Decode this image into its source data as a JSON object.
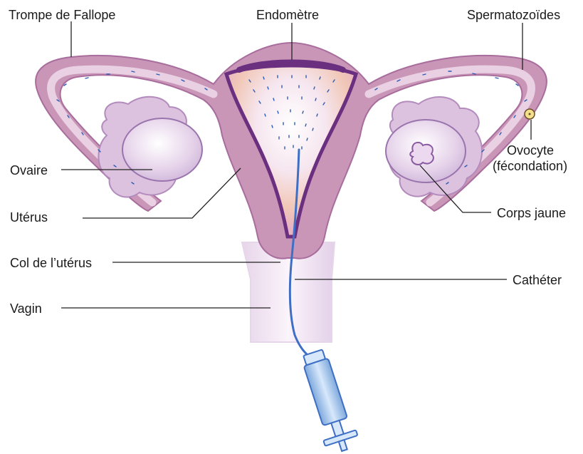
{
  "labels": {
    "trompe": "Trompe de Fallope",
    "endometre": "Endomètre",
    "spermatozoides": "Spermatozoïdes",
    "ovaire": "Ovaire",
    "ovocyte_line1": "Ovocyte",
    "ovocyte_line2": "(fécondation)",
    "uterus": "Utérus",
    "corps_jaune": "Corps jaune",
    "col": "Col de l’utérus",
    "catheter": "Cathéter",
    "vagin": "Vagin"
  },
  "colors": {
    "tissue": "#c896b6",
    "tissue_dark": "#7a3f8a",
    "cavity": "#ecd2e6",
    "ovary": "#e4d2ea",
    "endometrium_glow": "#f3c9b4",
    "sperm": "#2b5bb5",
    "catheter": "#3f6fc4",
    "syringe": "#9ec4ee",
    "oocyte": "#f3e08a",
    "leader": "#222222"
  }
}
